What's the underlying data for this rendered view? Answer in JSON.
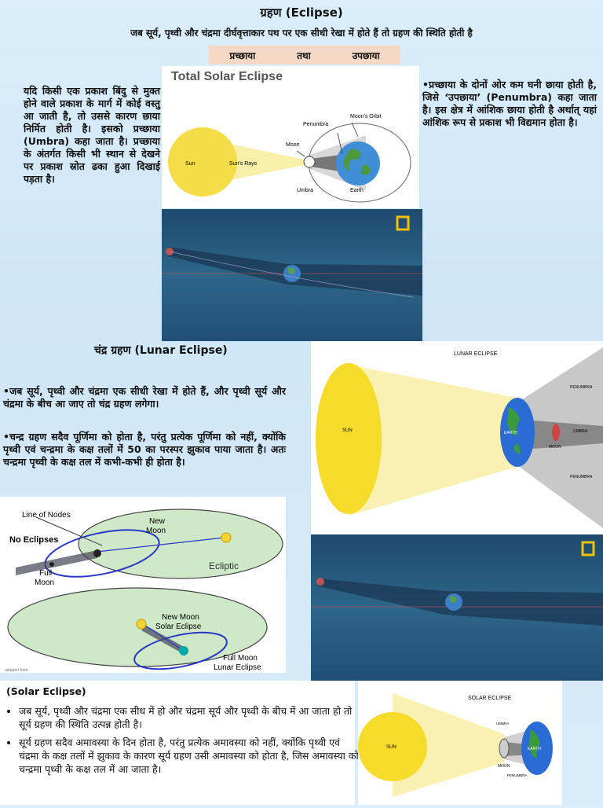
{
  "header": {
    "title": "ग्रहण (Eclipse)",
    "subtitle": "जब सूर्य, पृथ्वी और चंद्रमा दीर्घवृत्ताकार पथ पर एक सीधी रेखा में होते हैं तो ग्रहण की स्थिति होती है",
    "pill": [
      "प्रच्छाया",
      "तथा",
      "उपछाया"
    ]
  },
  "left_para": "यदि किसी एक प्रकाश बिंदु से मुक्त होने वाले प्रकाश के मार्ग में कोई वस्तु आ जाती है, तो उससे कारण छाया निर्मित होती है। इसको प्रच्छाया (Umbra) कहा जाता है। प्रच्छाया के अंतर्गत किसी भी स्थान से देखने पर प्रकाश स्रोत ढका हुआ दिखाई पड़ता है।",
  "right_para": "•प्रच्छाया के दोनों ओर कम घनी छाया होती है, जिसे ‘उपछाया’ (Penumbra) कहा जाता है। इस क्षेत्र में आंशिक छाया होती है अर्थात् यहां आंशिक रूप से प्रकाश भी विद्यमान होता है।",
  "total_solar": {
    "title": "Total Solar Eclipse",
    "sun": "Sun",
    "rays": "Sun's Rays",
    "moon": "Moon",
    "penumbra": "Penumbra",
    "orbit": "Moon's Orbit",
    "umbra": "Umbra",
    "earth": "Earth"
  },
  "lunar_section": {
    "title": "चंद्र ग्रहण (Lunar Eclipse)",
    "p1": "•जब सूर्य, पृथ्वी और चंद्रमा एक सीधी रेखा में होते हैं, और पृथ्वी सूर्य और चंद्रमा के बीच आ जाए तो चंद्र ग्रहण लगेगा।",
    "p2": "•चन्द्र ग्रहण सदैव पूर्णिमा को होता है, परंतु प्रत्येक पूर्णिमा को नहीं, क्योंकि पृथ्वी एवं चन्द्रमा के कक्ष तलों में 50 का परस्पर झुकाव पाया जाता है। अतः चन्द्रमा पृथ्वी के कक्ष तल में कभी-कभी ही होता है।"
  },
  "lunar_diagram": {
    "title": "LUNAR ECLIPSE",
    "sun": "SUN",
    "earth": "EARTH",
    "moon": "MOON",
    "penumbra1": "PENUMBRA",
    "umbra": "UMBRA",
    "penumbra2": "PENUMBRA"
  },
  "nodes_diagram": {
    "line_of_nodes": "Line of Nodes",
    "no_eclipses": "No Eclipses",
    "new_moon": "New\nMoon",
    "full_moon": "Full\nMoon",
    "ecliptic": "Ecliptic",
    "new_moon_solar": "New Moon\nSolar Eclipse",
    "full_moon_lunar": "Full Moon\nLunar Eclipse",
    "credit": "adapted from"
  },
  "solar_section": {
    "title": "(Solar Eclipse)",
    "b1": "जब सूर्य, पृथ्वी और चंद्रमा एक सीध में हो और चंद्रमा सूर्य और पृथ्वी के बीच में आ जाता हो तो सूर्य ग्रहण की स्थिति उत्पन्न होती है।",
    "b2": "सूर्य ग्रहण सदैव अमावस्या के दिन होता है, परंतु प्रत्येक अमावस्या को नहीं, क्योंकि पृथ्वी एवं चंद्रमा के कक्ष तलों में झुकाव के कारण सूर्य ग्रहण उसी अमावस्या को होता है, जिस अमावस्या को चन्द्रमा पृथ्वी के कक्ष तल में आ जाता है।"
  },
  "solar_diagram": {
    "title": "SOLAR ECLIPSE",
    "sun": "SUN",
    "umbra": "UMBRA",
    "moon": "MOON",
    "penumbra": "PENUMBRA",
    "earth": "EARTH"
  },
  "colors": {
    "sun": "#f6e15a",
    "earth": "#2b6bd6",
    "pill": "#f5d9c6"
  }
}
